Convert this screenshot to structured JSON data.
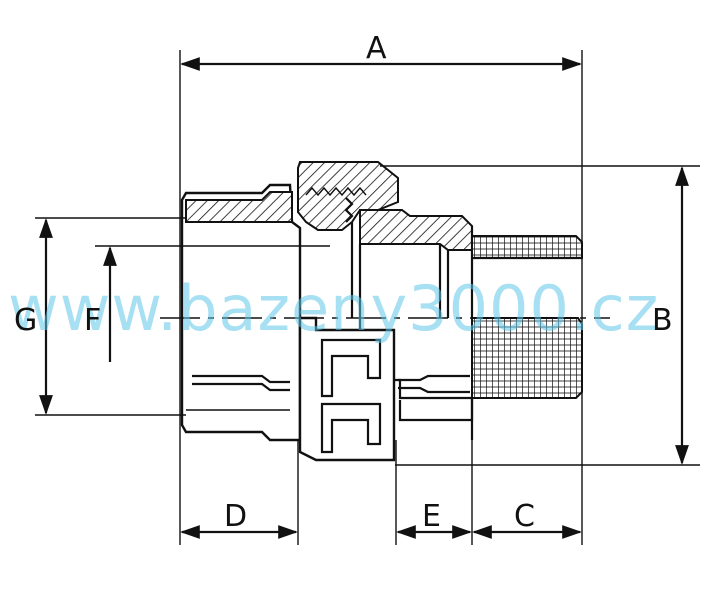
{
  "dimensions": {
    "A": "A",
    "B": "B",
    "C": "C",
    "D": "D",
    "E": "E",
    "F": "F",
    "G": "G"
  },
  "watermark": "www.bazeny3000.cz",
  "colors": {
    "line": "#111111",
    "watermark": "#5ec6e8",
    "background": "#ffffff"
  }
}
